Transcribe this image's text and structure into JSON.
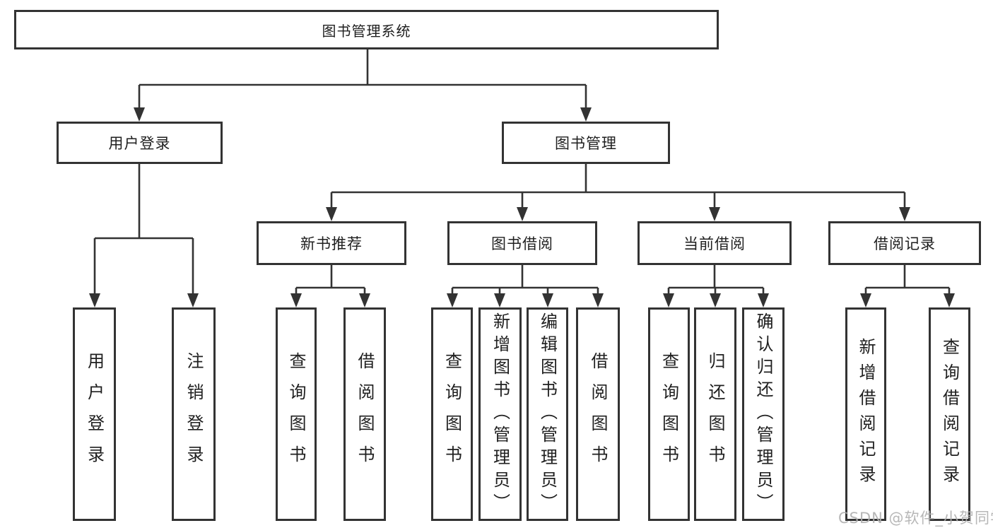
{
  "diagram": {
    "root": {
      "label": "图书管理系统"
    },
    "level2": [
      {
        "label": "用户登录"
      },
      {
        "label": "图书管理"
      }
    ],
    "level3": [
      {
        "label": "新书推荐"
      },
      {
        "label": "图书借阅"
      },
      {
        "label": "当前借阅"
      },
      {
        "label": "借阅记录"
      }
    ],
    "leaves": {
      "user_login": [
        {
          "label": "用户登录"
        },
        {
          "label": "注销登录"
        }
      ],
      "new_book": [
        {
          "label": "查询图书"
        },
        {
          "label": "借阅图书"
        }
      ],
      "book_borrow": [
        {
          "label": "查询图书"
        },
        {
          "label": "新增图书（管理员）"
        },
        {
          "label": "编辑图书（管理员）"
        },
        {
          "label": "借阅图书"
        }
      ],
      "current_borrow": [
        {
          "label": "查询图书"
        },
        {
          "label": "归还图书"
        },
        {
          "label": "确认归还（管理员）"
        }
      ],
      "borrow_records": [
        {
          "label": "新增借阅记录"
        },
        {
          "label": "查询借阅记录"
        }
      ]
    },
    "watermark": "CSDN @软件_小贺同学",
    "colors": {
      "line": "#333333",
      "box_border": "#333333",
      "text": "#1f1f1f",
      "watermark": "#b0b0b0",
      "background": "#ffffff"
    }
  }
}
